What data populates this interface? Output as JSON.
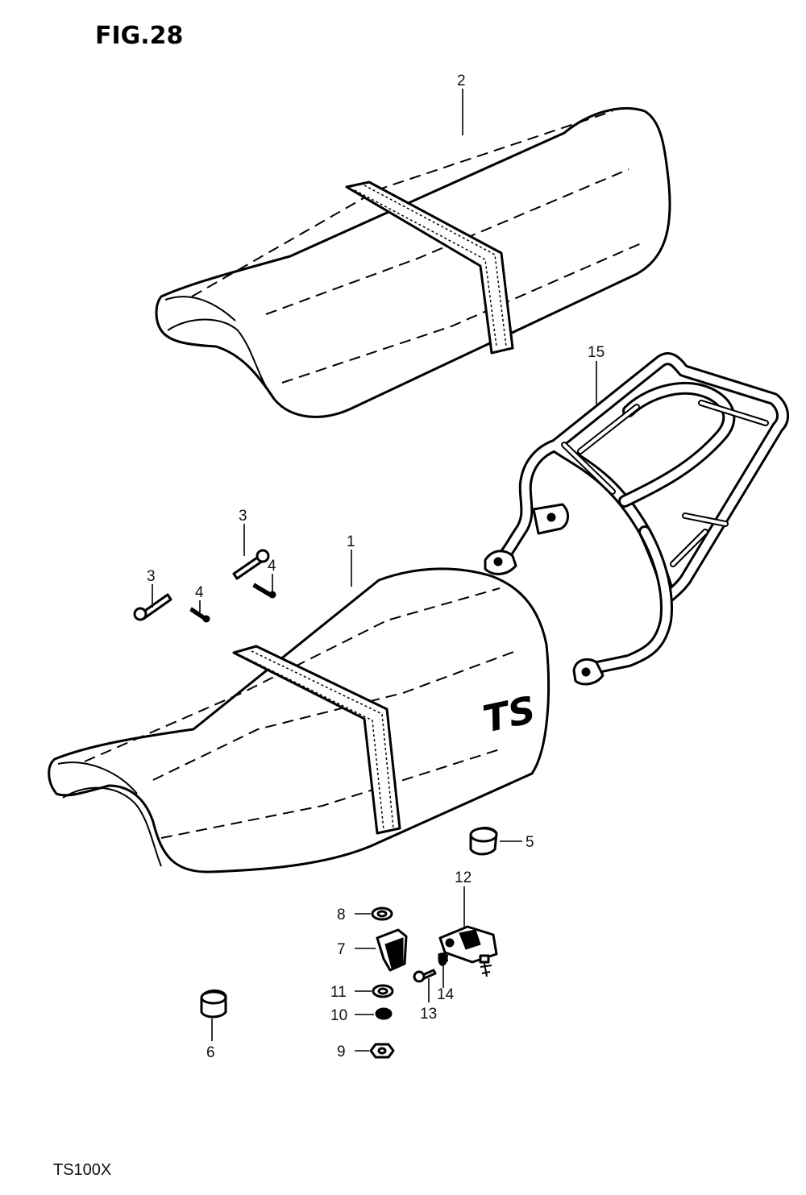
{
  "figure_title": "FIG.28",
  "model_code": "TS100X",
  "seat_logo": "TS",
  "callouts": {
    "p1": "1",
    "p2": "2",
    "p3a": "3",
    "p3b": "3",
    "p4a": "4",
    "p4b": "4",
    "p5": "5",
    "p6": "6",
    "p7": "7",
    "p8": "8",
    "p9": "9",
    "p10": "10",
    "p11": "11",
    "p12": "12",
    "p13": "13",
    "p14": "14",
    "p15": "15"
  }
}
